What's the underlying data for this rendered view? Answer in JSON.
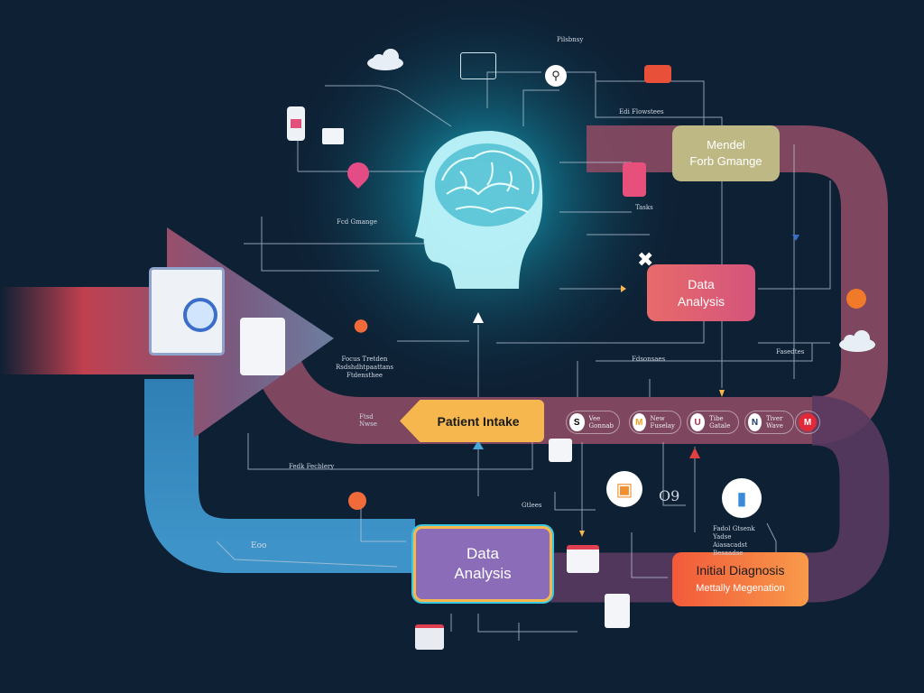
{
  "nodes": {
    "mental_box": {
      "line1": "Mendel",
      "line2": "Forb Gmange"
    },
    "data_analysis_top": {
      "line1": "Data",
      "line2": "Analysis"
    },
    "patient_intake": {
      "label": "Patient Intake"
    },
    "data_analysis_bottom": {
      "line1": "Data",
      "line2": "Analysis"
    },
    "initial_diagnosis": {
      "line1": "Initial Diagnosis",
      "line2": "Mettally Megenation"
    }
  },
  "chips": [
    {
      "icon": "S",
      "text": "Vee Gonnab"
    },
    {
      "icon": "M",
      "text": "New Fuselay"
    },
    {
      "icon": "U",
      "text": "Tibe Gatale"
    },
    {
      "icon": "N",
      "text": "Tiver Wave"
    },
    {
      "icon": "M",
      "text": ""
    }
  ],
  "labels": {
    "top": "Pilsbnsy",
    "edit_flow": "Edi Flowstees",
    "fed_change": "Fcd Gmange",
    "tasks": "Tasks",
    "person_caption": "Focus Tretden Rsdshdhtpaattans Ftdensthee",
    "intake_side": "Ftsd Nwse",
    "fedk": "Fedk Fecblery",
    "gtlees": "Gtlees",
    "os": "O9",
    "diag_caption": "Fadol Gtsenk Yadse Aiasacadst Besaadse",
    "mid_label": "Fdsonsaes",
    "right_label": "Fasedtes",
    "left_icon_label": "Eoo"
  },
  "colors": {
    "background": "#0e2034",
    "glow": "#22c4d8",
    "intake": "#f6b84e",
    "analysis_top": "#e0607a",
    "analysis_bottom": "#8a6cb8",
    "diagnosis": "#f56a3e",
    "mental": "#bdb884",
    "band": "#8b4a64"
  }
}
